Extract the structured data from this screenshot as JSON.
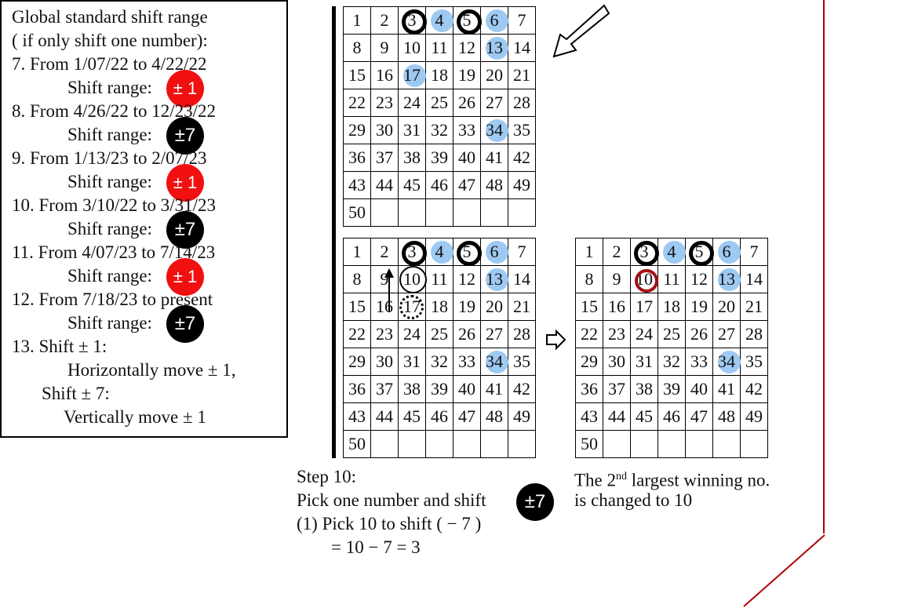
{
  "rules": {
    "title_line1": "Global standard shift range",
    "title_line2": "( if only shift one number):",
    "items": [
      {
        "period": "7. From 1/07/22 to 4/22/22",
        "range_label": "Shift range:",
        "badge": "± 1",
        "badge_color": "#f01010"
      },
      {
        "period": "8. From 4/26/22 to 12/23/22",
        "range_label": "Shift range:",
        "badge": "±7",
        "badge_color": "#000000"
      },
      {
        "period": "9. From 1/13/23 to 2/07/23",
        "range_label": "Shift range:",
        "badge": "± 1",
        "badge_color": "#f01010"
      },
      {
        "period": "10. From 3/10/22 to 3/31/23",
        "range_label": "Shift range:",
        "badge": "±7",
        "badge_color": "#000000"
      },
      {
        "period": "11. From 4/07/23 to 7/14/23",
        "range_label": "Shift range:",
        "badge": "± 1",
        "badge_color": "#f01010"
      },
      {
        "period": "12. From 7/18/23 to present",
        "range_label": "Shift range:",
        "badge": "±7",
        "badge_color": "#000000"
      }
    ],
    "shift_def_1": "13. Shift ± 1:",
    "shift_def_1_detail": "Horizontally move ± 1,",
    "shift_def_2": "Shift ± 7:",
    "shift_def_2_detail": "Vertically move ± 1"
  },
  "grids": {
    "numbers": [
      1,
      2,
      3,
      4,
      5,
      6,
      7,
      8,
      9,
      10,
      11,
      12,
      13,
      14,
      15,
      16,
      17,
      18,
      19,
      20,
      21,
      22,
      23,
      24,
      25,
      26,
      27,
      28,
      29,
      30,
      31,
      32,
      33,
      34,
      35,
      36,
      37,
      38,
      39,
      40,
      41,
      42,
      43,
      44,
      45,
      46,
      47,
      48,
      49,
      50
    ],
    "top": {
      "blue": [
        4,
        6,
        13,
        17,
        34
      ],
      "black_rings": [
        3,
        5
      ],
      "thin_rings": [],
      "dotted_rings": [],
      "red_rings": []
    },
    "bottom_left": {
      "blue": [
        4,
        6,
        13,
        34
      ],
      "black_rings": [
        3,
        5
      ],
      "thin_rings": [
        10
      ],
      "dotted_rings": [
        17
      ],
      "red_rings": []
    },
    "bottom_right": {
      "blue": [
        4,
        6,
        13,
        34
      ],
      "black_rings": [
        3,
        5
      ],
      "thin_rings": [],
      "dotted_rings": [],
      "red_rings": [
        10
      ]
    }
  },
  "colors": {
    "highlight_blue": "#9ec9f2",
    "ring_red": "#a30f14",
    "badge_red": "#f01010",
    "border_red": "#b00000"
  },
  "step": {
    "line1": "Step 10:",
    "line2": "Pick one number and shift",
    "badge": "±7",
    "line3": "(1) Pick 10 to shift ( − 7 )",
    "line4": "= 10 − 7 = 3"
  },
  "result": {
    "line1_pre": "The 2",
    "line1_sup": "nd",
    "line1_post": " largest winning no.",
    "line2": "is changed to 10"
  },
  "icons": {
    "pointer_arrow": "outlined-diagonal-arrow-icon",
    "up_arrow": "up-arrow-icon",
    "right_arrow": "outlined-right-arrow-icon"
  }
}
